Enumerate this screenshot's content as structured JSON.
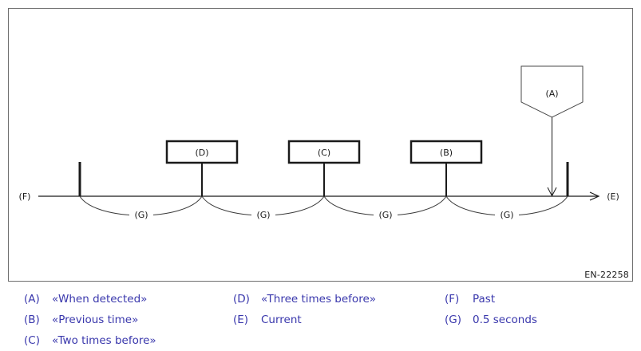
{
  "figure": {
    "code": "EN-22258",
    "labels": {
      "a": "(A)",
      "b": "(B)",
      "c": "(C)",
      "d": "(D)",
      "e": "(E)",
      "f": "(F)",
      "g": "(G)"
    }
  },
  "legend": {
    "columns": [
      {
        "items": [
          {
            "key": "(A)",
            "text": "«When detected»"
          },
          {
            "key": "(B)",
            "text": "«Previous time»"
          },
          {
            "key": "(C)",
            "text": "«Two times before»"
          }
        ]
      },
      {
        "items": [
          {
            "key": "(D)",
            "text": "«Three times before»"
          },
          {
            "key": "(E)",
            "text": "Current"
          }
        ]
      },
      {
        "items": [
          {
            "key": "(F)",
            "text": "Past"
          },
          {
            "key": "(G)",
            "text": "0.5 seconds"
          }
        ]
      }
    ]
  },
  "colors": {
    "legend_text": "#3937ac",
    "line": "#1a1a1a",
    "frame_border": "#6e6e6e"
  }
}
